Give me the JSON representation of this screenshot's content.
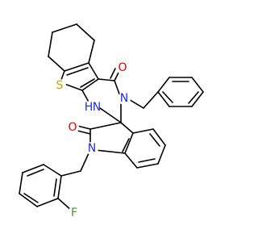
{
  "colors": {
    "bond": "#000000",
    "S": "#c8a000",
    "O": "#e00000",
    "N": "#2030d8",
    "F": "#40a020"
  },
  "atoms": {
    "S": "S",
    "O_top": "O",
    "O_left": "O",
    "N_top": "N",
    "N_bottom": "N",
    "NH": "H",
    "NH_N": "N",
    "F": "F"
  }
}
